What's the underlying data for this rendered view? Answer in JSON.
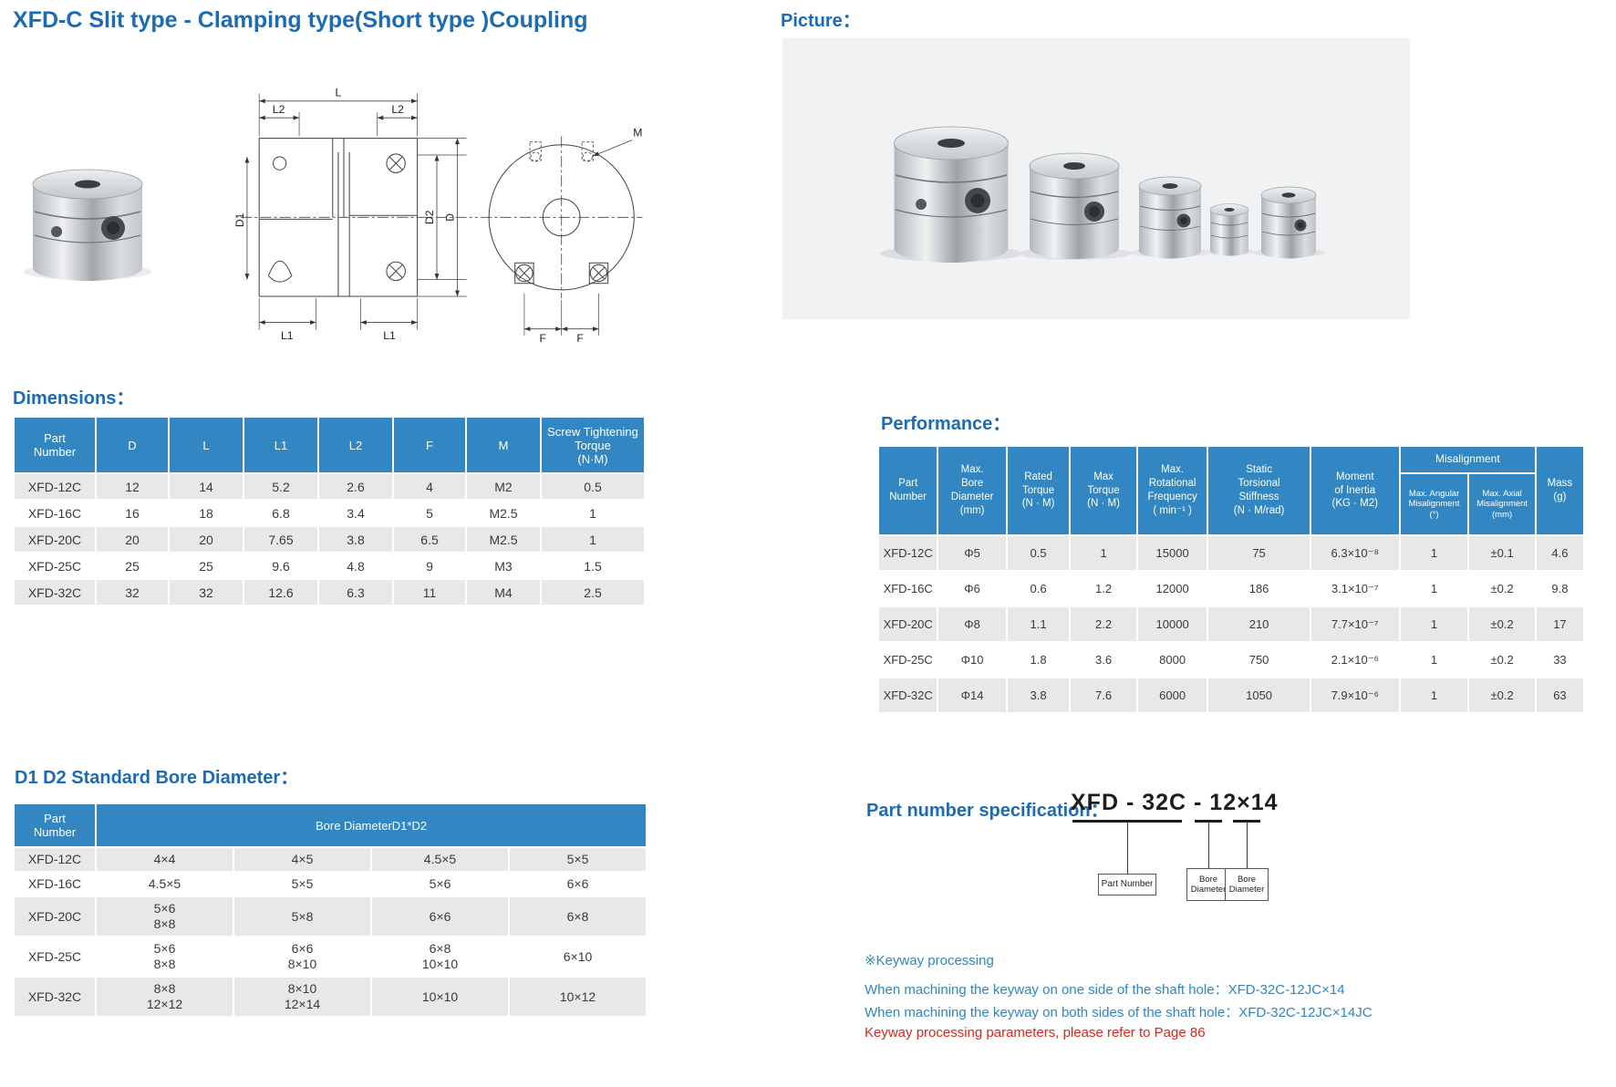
{
  "title": "XFD-C Slit type - Clamping type(Short type )Coupling",
  "colors": {
    "heading_blue": "#1b6cb4",
    "table_header_blue": "#3287c2",
    "row_grey": "#e8e8e8",
    "note_blue": "#2e86c9",
    "alert_red": "#e1251b"
  },
  "picture": {
    "label": "Picture："
  },
  "drawing": {
    "l": "L",
    "l1": "L1",
    "l2": "L2",
    "d": "D",
    "d1": "D1",
    "d2": "D2",
    "f": "F",
    "m": "M"
  },
  "dimensions": {
    "heading": "Dimensions：",
    "columns": [
      "Part\nNumber",
      "D",
      "L",
      "L1",
      "L2",
      "F",
      "M",
      "Screw Tightening\nTorque\n(N·M)"
    ],
    "rows": [
      [
        "XFD-12C",
        "12",
        "14",
        "5.2",
        "2.6",
        "4",
        "M2",
        "0.5"
      ],
      [
        "XFD-16C",
        "16",
        "18",
        "6.8",
        "3.4",
        "5",
        "M2.5",
        "1"
      ],
      [
        "XFD-20C",
        "20",
        "20",
        "7.65",
        "3.8",
        "6.5",
        "M2.5",
        "1"
      ],
      [
        "XFD-25C",
        "25",
        "25",
        "9.6",
        "4.8",
        "9",
        "M3",
        "1.5"
      ],
      [
        "XFD-32C",
        "32",
        "32",
        "12.6",
        "6.3",
        "11",
        "M4",
        "2.5"
      ]
    ]
  },
  "performance": {
    "heading": "Performance：",
    "columns": {
      "part": "Part\nNumber",
      "bore": "Max.\nBore\nDiameter\n(mm)",
      "rated": "Rated\nTorque\n(N · M)",
      "max": "Max\nTorque\n(N · M)",
      "freq": "Max.\nRotational\nFrequency\n( min⁻¹ )",
      "stiff": "Static\nTorsional\nStiffness\n(N · M/rad)",
      "inertia": "Moment\nof Inertia\n(KG · M2)",
      "misalignment": "Misalignment",
      "angular": "Max. Angular\nMisalignment\n(°)",
      "axial": "Max. Axial\nMisalignment\n(mm)",
      "mass": "Mass\n(g)"
    },
    "rows": [
      [
        "XFD-12C",
        "Φ5",
        "0.5",
        "1",
        "15000",
        "75",
        "6.3×10⁻⁸",
        "1",
        "±0.1",
        "4.6"
      ],
      [
        "XFD-16C",
        "Φ6",
        "0.6",
        "1.2",
        "12000",
        "186",
        "3.1×10⁻⁷",
        "1",
        "±0.2",
        "9.8"
      ],
      [
        "XFD-20C",
        "Φ8",
        "1.1",
        "2.2",
        "10000",
        "210",
        "7.7×10⁻⁷",
        "1",
        "±0.2",
        "17"
      ],
      [
        "XFD-25C",
        "Φ10",
        "1.8",
        "3.6",
        "8000",
        "750",
        "2.1×10⁻⁶",
        "1",
        "±0.2",
        "33"
      ],
      [
        "XFD-32C",
        "Φ14",
        "3.8",
        "7.6",
        "6000",
        "1050",
        "7.9×10⁻⁶",
        "1",
        "±0.2",
        "63"
      ]
    ]
  },
  "bore": {
    "heading": "D1 D2 Standard Bore Diameter：",
    "columns": {
      "part": "Part\nNumber",
      "span": "Bore DiameterD1*D2"
    },
    "rows": [
      [
        [
          "XFD-12C"
        ],
        [
          "4×4"
        ],
        [
          "4×5"
        ],
        [
          "4.5×5"
        ],
        [
          "5×5"
        ]
      ],
      [
        [
          "XFD-16C"
        ],
        [
          "4.5×5"
        ],
        [
          "5×5"
        ],
        [
          "5×6"
        ],
        [
          "6×6"
        ]
      ],
      [
        [
          "XFD-20C"
        ],
        [
          "5×6",
          "8×8"
        ],
        [
          "5×8"
        ],
        [
          "6×6"
        ],
        [
          "6×8"
        ]
      ],
      [
        [
          "XFD-25C"
        ],
        [
          "5×6",
          "8×8"
        ],
        [
          "6×6",
          "8×10"
        ],
        [
          "6×8",
          "10×10"
        ],
        [
          "6×10"
        ]
      ],
      [
        [
          "XFD-32C"
        ],
        [
          "8×8",
          "12×12"
        ],
        [
          "8×10",
          "12×14"
        ],
        [
          "10×10"
        ],
        [
          "10×12"
        ]
      ]
    ]
  },
  "part_spec": {
    "heading": "Part number specification：",
    "code": "XFD - 32C - 12×14",
    "box_part": "Part Number",
    "box_bore1": "Bore\nDiameter",
    "box_bore2": "Bore\nDiameter"
  },
  "notes": {
    "keyway_title": "※Keyway processing",
    "line_one": "When machining the keyway on one side of the shaft hole：XFD-32C-12JC×14",
    "line_both": "When machining the keyway on both sides of the shaft hole：XFD-32C-12JC×14JC",
    "line_page": "Keyway processing parameters, please refer to Page 86"
  }
}
